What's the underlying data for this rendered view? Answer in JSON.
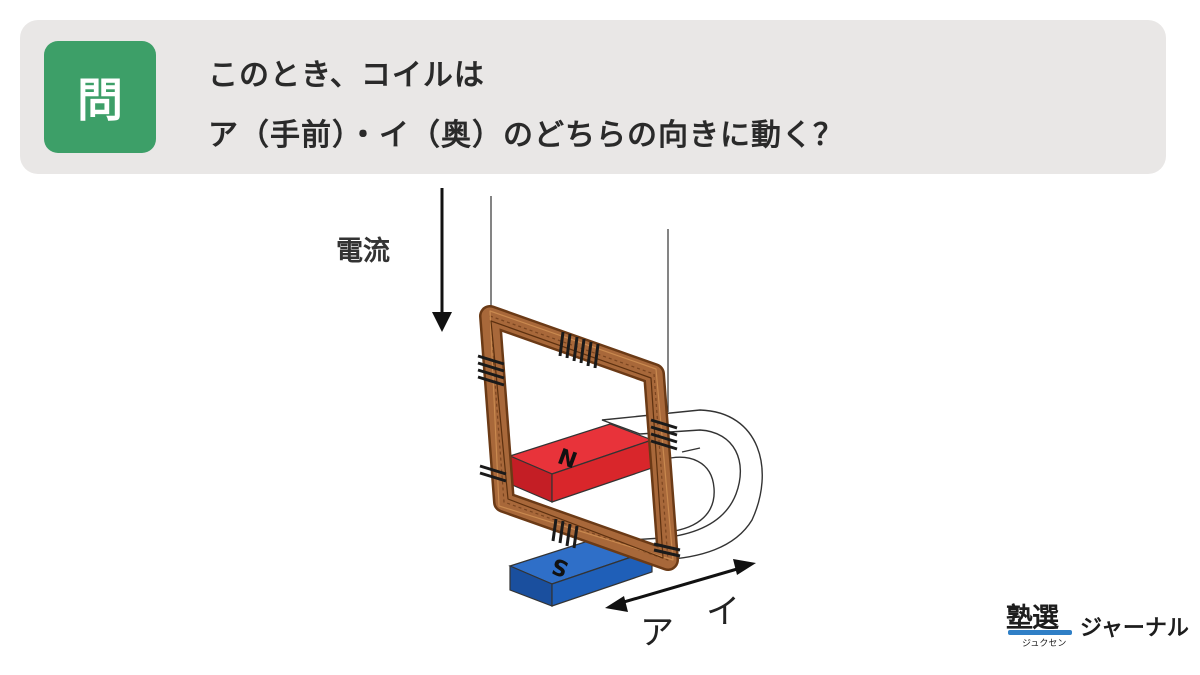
{
  "question": {
    "badge": "問",
    "line1": "このとき、コイルは",
    "line2": "ア（手前）・イ（奥）のどちらの向きに動く？"
  },
  "diagram": {
    "current_label": "電流",
    "magnet_n_label": "N",
    "magnet_s_label": "S",
    "direction_a_label": "ア",
    "direction_i_label": "イ"
  },
  "brand": {
    "kanji": "塾選",
    "kana": "ジュクセン",
    "name": "ジャーナル"
  },
  "colors": {
    "banner_bg": "#e9e7e6",
    "badge_green": "#3d9f68",
    "magnet_red": "#d9262b",
    "magnet_blue": "#1f5fb8",
    "coil_copper": "#9a5a2c"
  }
}
